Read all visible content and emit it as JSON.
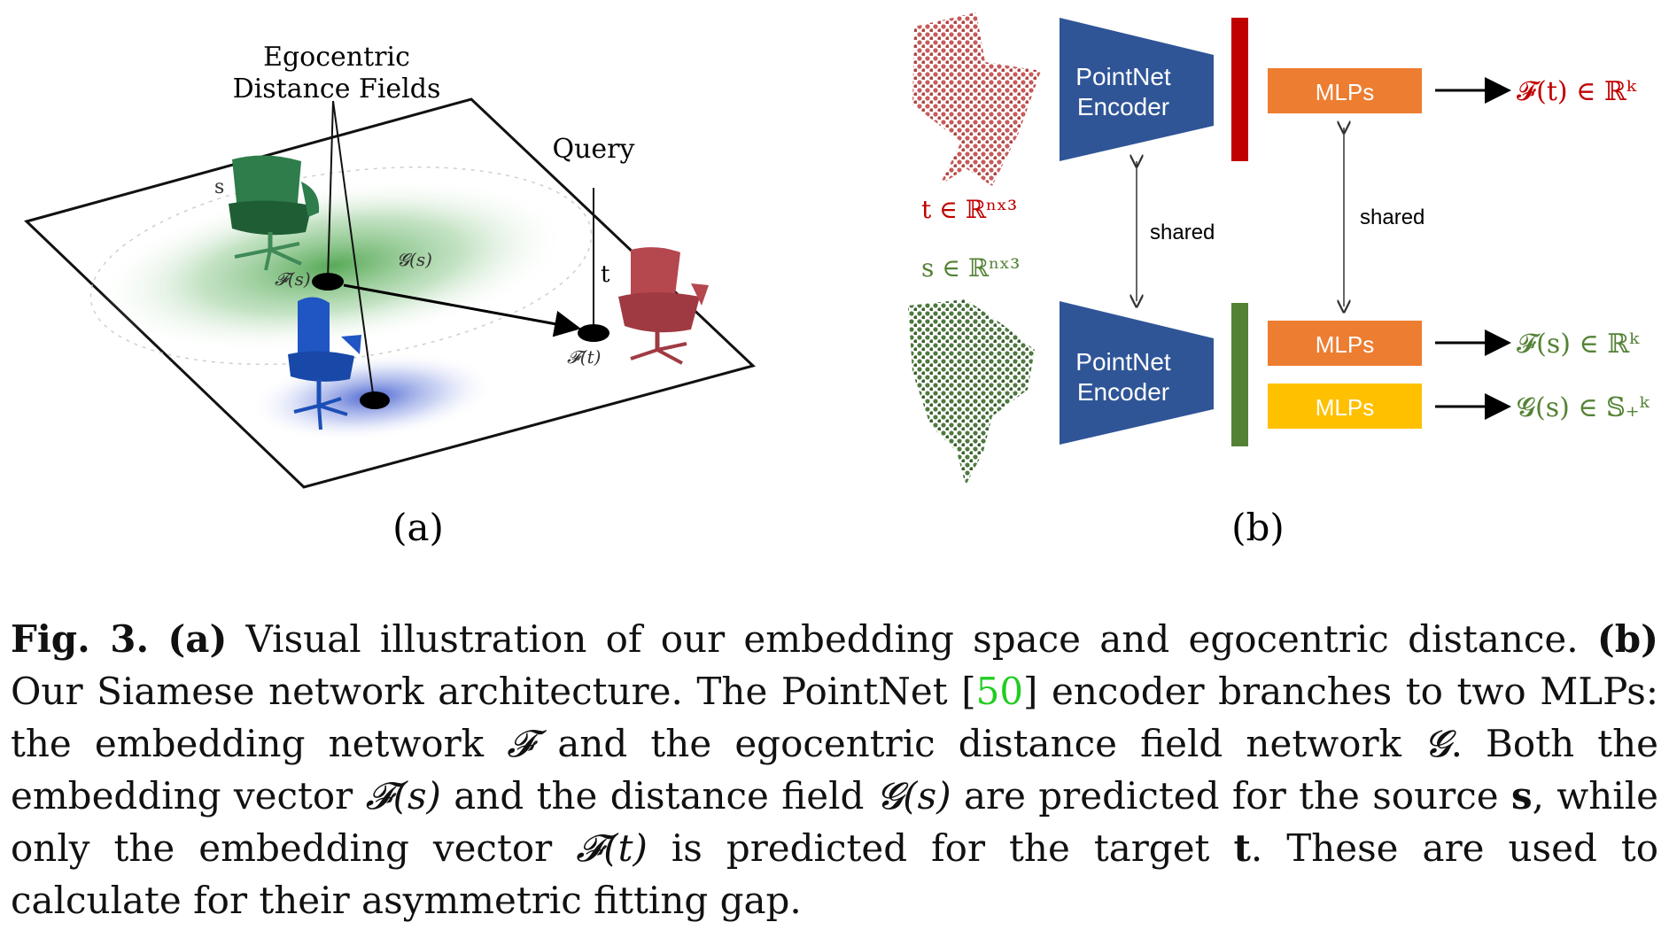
{
  "panel_a": {
    "label": "(a)",
    "edf_title_line1": "Egocentric",
    "edf_title_line2": "Distance Fields",
    "query_label": "Query",
    "s_label": "s",
    "t_label": "t",
    "fs_label": "𝓕(s)",
    "gs_label": "𝓖(s)",
    "ft_label": "𝓕(t)"
  },
  "panel_b": {
    "label": "(b)",
    "encoder_top_line1": "PointNet",
    "encoder_top_line2": "Encoder",
    "encoder_bottom_line1": "PointNet",
    "encoder_bottom_line2": "Encoder",
    "shared_left": "shared",
    "shared_right": "shared",
    "mlp_top": "MLPs",
    "mlp_mid": "MLPs",
    "mlp_bottom": "MLPs",
    "t_input": "t ∈ ℝⁿˣ³",
    "s_input": "s ∈ ℝⁿˣ³",
    "out_ft": "𝓕(t) ∈ ℝᵏ",
    "out_fs": "𝓕(s) ∈ ℝᵏ",
    "out_gs": "𝓖(s) ∈ 𝕊₊ᵏ"
  },
  "colors": {
    "encoder_blue": "#2f5597",
    "red_bar": "#c00000",
    "green_bar": "#548235",
    "mlp_orange": "#ed7d31",
    "mlp_yellow": "#ffc000",
    "t_red": "#c00000",
    "s_green": "#548235",
    "cite_green": "#22cc22"
  },
  "caption": {
    "fig_label": "Fig. 3.",
    "a_tag": "(a)",
    "a_text": " Visual illustration of our embedding space and egocentric distance. ",
    "b_tag": "(b)",
    "b_text1": " Our Siamese network architecture. The PointNet ",
    "cite_open": "[",
    "cite_num": "50",
    "cite_close": "]",
    "b_text2": " encoder branches to two MLPs: the embedding network ",
    "F": "𝓕",
    "b_text3": " and the egocentric distance field network ",
    "G": "𝓖",
    "b_text4": ". Both the embedding vector ",
    "Fs": "𝓕(s)",
    "b_text5": " and the distance field ",
    "Gs": "𝓖(s)",
    "b_text6": " are predicted for the source ",
    "s_bold": "s",
    "b_text7": ", while only the embedding vector ",
    "Ft": "𝓕(t)",
    "b_text8": " is predicted for the target ",
    "t_bold": "t",
    "b_text9": ". These are used to calculate for their asymmetric fitting gap."
  }
}
